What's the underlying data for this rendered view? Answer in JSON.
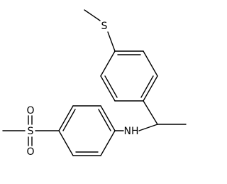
{
  "molecule": {
    "atoms": {
      "sulfur_top": "S",
      "sulfur_sulfonyl": "S",
      "oxygen_upper": "O",
      "oxygen_lower": "O",
      "amine": "NH"
    }
  },
  "colors": {
    "bond": "#000000",
    "label": "#000000",
    "background": "#ffffff"
  }
}
